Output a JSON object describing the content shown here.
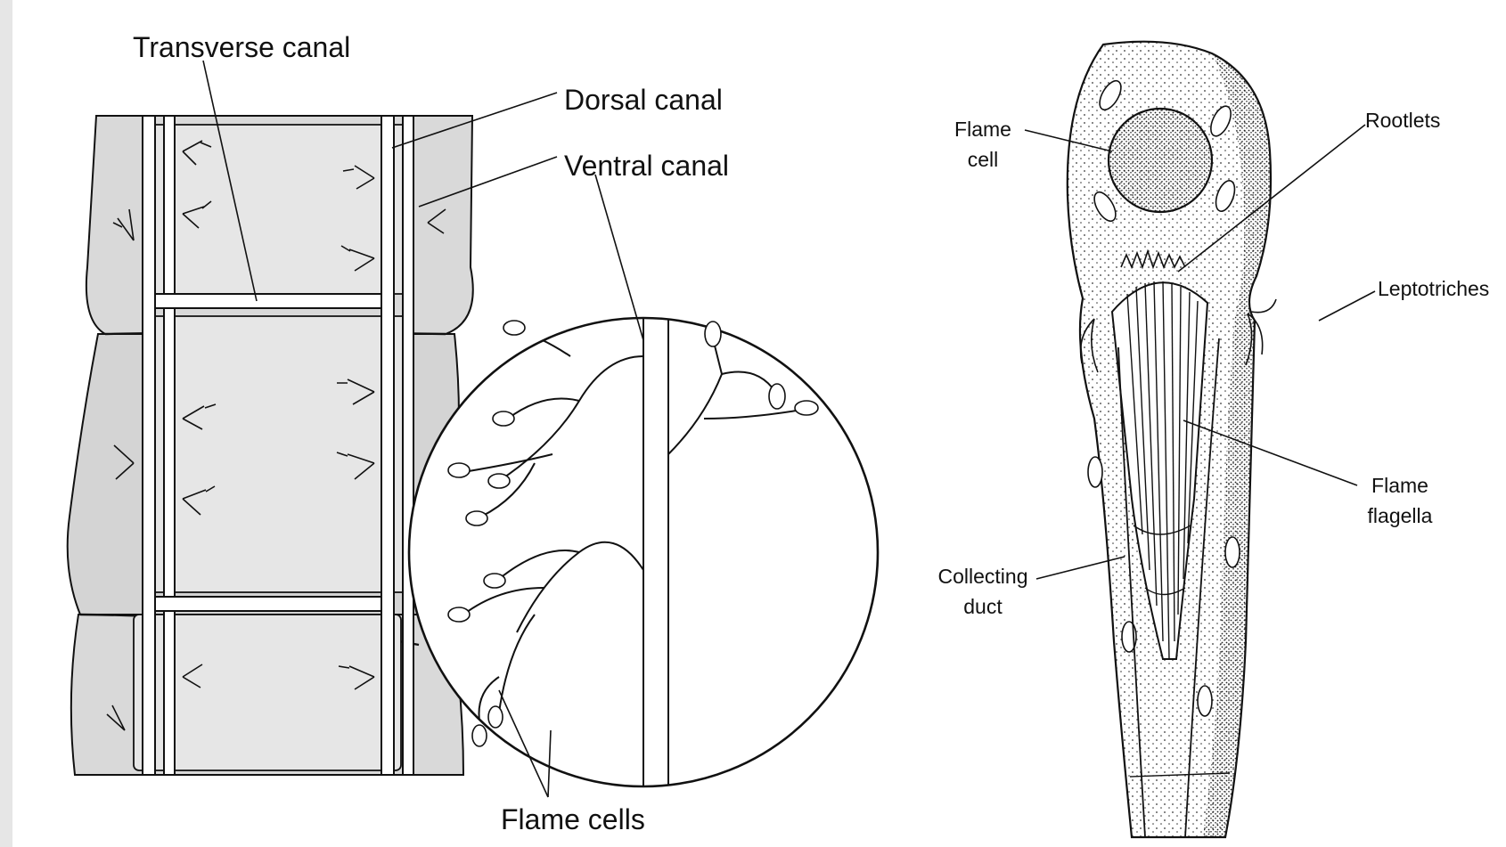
{
  "left_panel": {
    "labels": {
      "transverse_canal": "Transverse canal",
      "dorsal_canal": "Dorsal canal",
      "ventral_canal": "Ventral canal",
      "flame_cells": "Flame cells"
    }
  },
  "right_panel": {
    "labels": {
      "flame_cell_line1": "Flame",
      "flame_cell_line2": "cell",
      "rootlets": "Rootlets",
      "leptotriches": "Leptotriches",
      "flame_flagella_line1": "Flame",
      "flame_flagella_line2": "flagella",
      "collecting_duct_line1": "Collecting",
      "collecting_duct_line2": "duct"
    }
  },
  "colors": {
    "ink": "#111111",
    "worm_shade": "#d9d9d9",
    "segment_shade": "#cfcfcf",
    "background": "#ffffff"
  }
}
